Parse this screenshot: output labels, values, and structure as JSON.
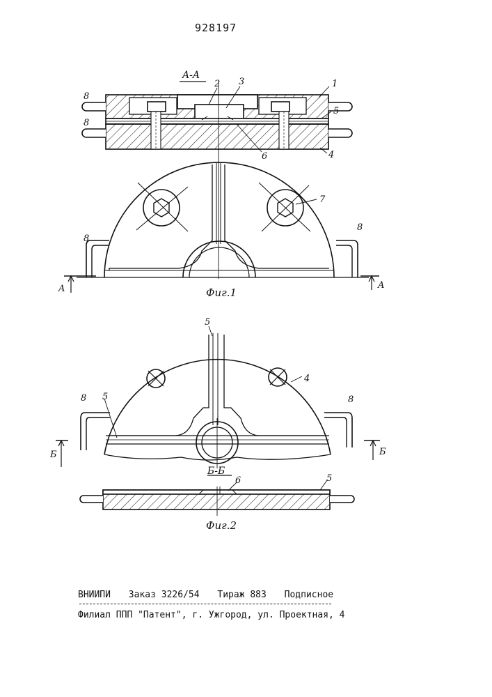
{
  "patent_number": "928197",
  "section_aa_label": "A-A",
  "section_bb_label": "Б-Б",
  "fig1_caption": "Фиг.1",
  "fig2_caption": "Фиг.2",
  "section_mark_a": "A",
  "section_mark_b": "Б",
  "fig1_callouts": {
    "c1": "1",
    "c2": "2",
    "c3": "3",
    "c4": "4",
    "c5": "5",
    "c6": "6",
    "c7": "7",
    "c8": "8"
  },
  "fig2_callouts": {
    "c4": "4",
    "c5": "5",
    "c6": "6",
    "c8": "8"
  },
  "footer": {
    "org": "ВНИИПИ",
    "order": "Заказ 3226/54",
    "circulation": "Тираж 883",
    "subscription": "Подписное",
    "address": "Филиал ППП \"Патент\", г. Ужгород, ул. Проектная, 4"
  }
}
